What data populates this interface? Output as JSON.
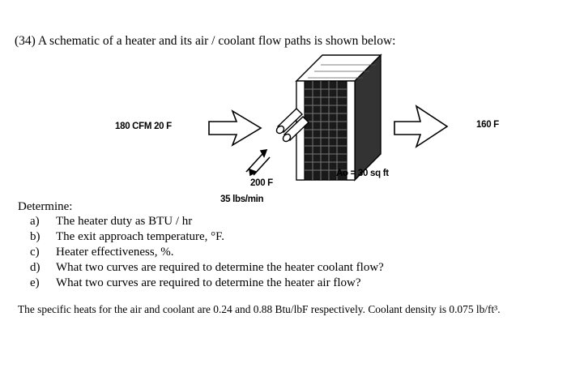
{
  "question": {
    "title": "(34) A schematic of a heater and its air / coolant flow paths is shown below:"
  },
  "schematic": {
    "inlet_air_label": "180 CFM   20 F",
    "outlet_air_label": "160 F",
    "coolant_temp_label": "200 F",
    "coolant_flow_label": "35 lbs/min",
    "area_label": "Ao = 30 sq ft"
  },
  "determine": {
    "heading": "Determine:",
    "items": [
      {
        "letter": "a)",
        "text": "The heater duty as BTU / hr"
      },
      {
        "letter": "b)",
        "text": "The exit approach temperature, °F."
      },
      {
        "letter": "c)",
        "text": "Heater effectiveness, %."
      },
      {
        "letter": "d)",
        "text": "What two curves are required to determine the heater coolant flow?"
      },
      {
        "letter": "e)",
        "text": "What two curves are required to determine the heater air flow?"
      }
    ]
  },
  "footer": {
    "text": "The specific heats for the air and coolant are 0.24 and 0.88 Btu/lbF respectively. Coolant density is 0.075 lb/ft³."
  }
}
